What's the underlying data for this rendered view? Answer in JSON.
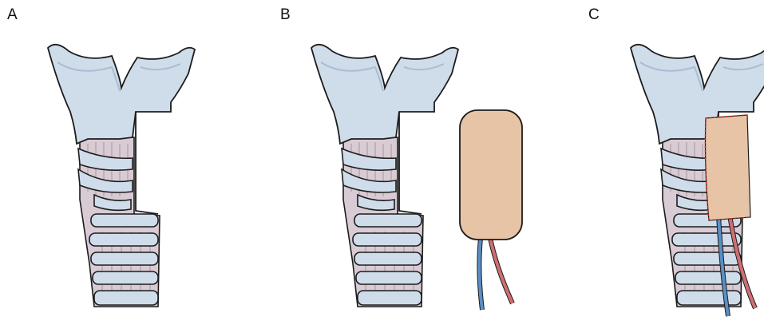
{
  "panels": [
    {
      "label": "A",
      "flap": false,
      "sutured": false
    },
    {
      "label": "B",
      "flap": true,
      "sutured": false
    },
    {
      "label": "C",
      "flap": true,
      "sutured": true
    }
  ],
  "colors": {
    "cartilage": "#cfdcea",
    "cartilage_shade": "#a9bdd3",
    "membrane": "#d9cbd3",
    "membrane_lines": "#a28f9c",
    "outline": "#1c1c1c",
    "flap": "#e8c4a6",
    "artery": "#cf6f72",
    "vein": "#5a8fc4",
    "suture": "#c0392b"
  }
}
